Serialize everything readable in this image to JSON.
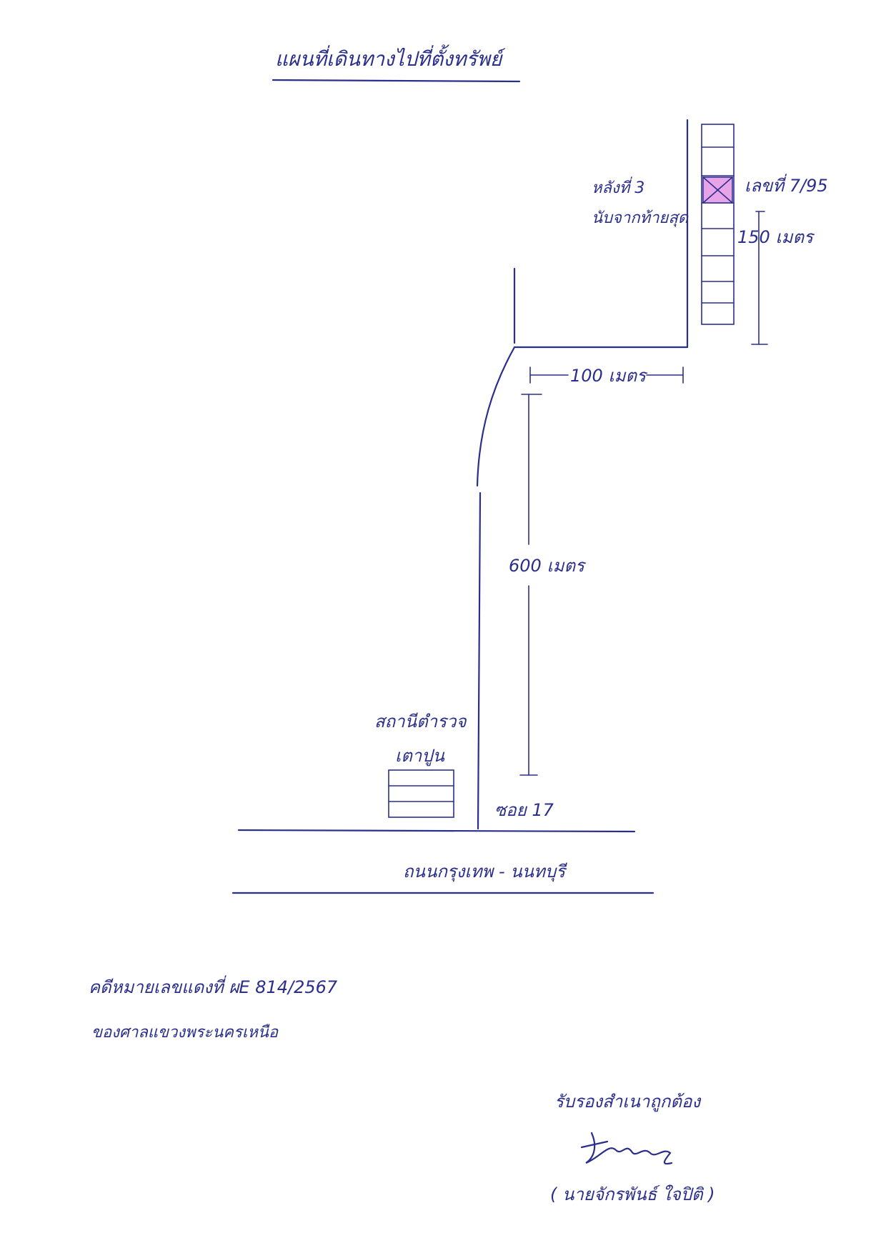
{
  "title": "แผนที่เดินทางไปที่ตั้งทรัพย์",
  "target": {
    "building_note_line1": "หลังที่ 3",
    "building_note_line2": "นับจากท้ายสุด",
    "house_number": "เลขที่ 7/95",
    "marker_color": "#e8a4e8"
  },
  "distances": {
    "vertical_near_target": "150 เมตร",
    "horizontal": "100 เมตร",
    "soi_length": "600 เมตร"
  },
  "landmark": {
    "line1": "สถานีตำรวจ",
    "line2": "เตาปูน"
  },
  "soi_label": "ซอย 17",
  "main_road": "ถนนกรุงเทพ - นนทบุรี",
  "case_info": {
    "red_case": "คดีหมายเลขแดงที่  ผE 814/2567",
    "court": "ของศาลแขวงพระนครเหนือ"
  },
  "certification": {
    "text": "รับรองสำเนาถูกต้อง",
    "signer": "( นายจักรพันธ์ ใจปิติ )"
  },
  "colors": {
    "ink": "#2b2f8c",
    "marker": "#e8a4e8"
  }
}
